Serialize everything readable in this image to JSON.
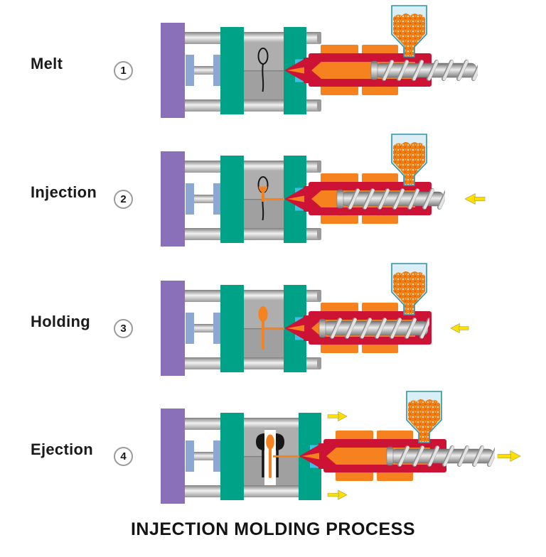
{
  "title": "INJECTION MOLDING PROCESS",
  "colors": {
    "background": "#ffffff",
    "text": "#1a1a1a",
    "circle_border": "#9b9b9b",
    "platen_purple": "#8a70b8",
    "mold_teal": "#00a287",
    "clamp_blue": "#8ca7d1",
    "barrel_crimson": "#cd1335",
    "melt_orange": "#f5821f",
    "sprue_cyan": "#3cc0e8",
    "hopper_fill": "#d9eef7",
    "hopper_border": "#2e93a3",
    "mold_block_gray": "#a8a8a8",
    "arrow_yellow": "#ffdf00",
    "cavity_black": "#161616"
  },
  "stages": [
    {
      "number": "1",
      "label": "Melt",
      "machine": {
        "mold": "closed",
        "spoon": "empty",
        "screw": "retracted",
        "arrows": []
      }
    },
    {
      "number": "2",
      "label": "Injection",
      "machine": {
        "mold": "closed",
        "spoon": "filling",
        "screw": "forward",
        "arrows": [
          "screw-push-left"
        ]
      }
    },
    {
      "number": "3",
      "label": "Holding",
      "machine": {
        "mold": "closed",
        "spoon": "filled",
        "screw": "full-forward",
        "arrows": [
          "hold-pressure-left"
        ]
      }
    },
    {
      "number": "4",
      "label": "Ejection",
      "machine": {
        "mold": "open",
        "spoon": "ejected",
        "screw": "retracted-out",
        "arrows": [
          "mold-open-top-right",
          "mold-open-bottom-right",
          "screw-back-right"
        ]
      }
    }
  ]
}
